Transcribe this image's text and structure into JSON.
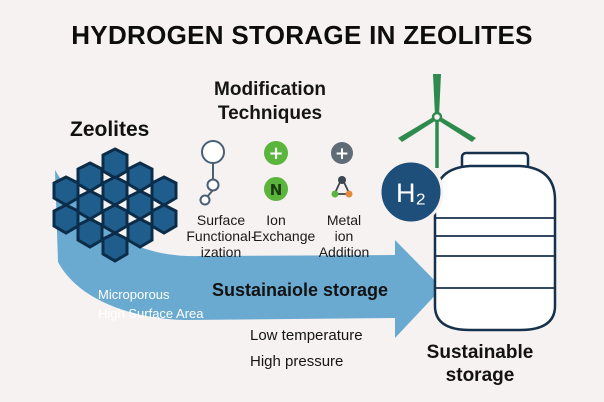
{
  "title": "HYDROGEN STORAGE IN ZEOLITES",
  "zeolites_label": "Zeolites",
  "modification": {
    "title_line1": "Modification",
    "title_line2": "Techniques",
    "techniques": [
      {
        "line1": "Surface",
        "line2": "Functional-",
        "line3": "ization",
        "icon": "molecule-icon"
      },
      {
        "line1": "Ion",
        "line2": "Exchange",
        "line3": "",
        "icon": "plus-n-icon",
        "symbol_top": "+",
        "symbol_bottom": "N"
      },
      {
        "line1": "Metal",
        "line2": "ion",
        "line3": "Addition",
        "icon": "metal-plus-icon",
        "symbol_top": "+"
      }
    ]
  },
  "arrow": {
    "main_label": "Sustainaiole storage",
    "property1": "Microporous",
    "property2": "High Surface Area"
  },
  "conditions": [
    "Low temperature",
    "High pressure"
  ],
  "tank": {
    "symbol": "H₂",
    "label_line1": "Sustainable",
    "label_line2": "storage"
  },
  "colors": {
    "hex_fill": "#1f5d8c",
    "hex_stroke": "#0c2d4a",
    "arrow": "#62a5cf",
    "green": "#5bb43c",
    "grey_node": "#5f6b76",
    "h2_circle": "#1e4f7a",
    "turbine": "#2f8a4e"
  }
}
